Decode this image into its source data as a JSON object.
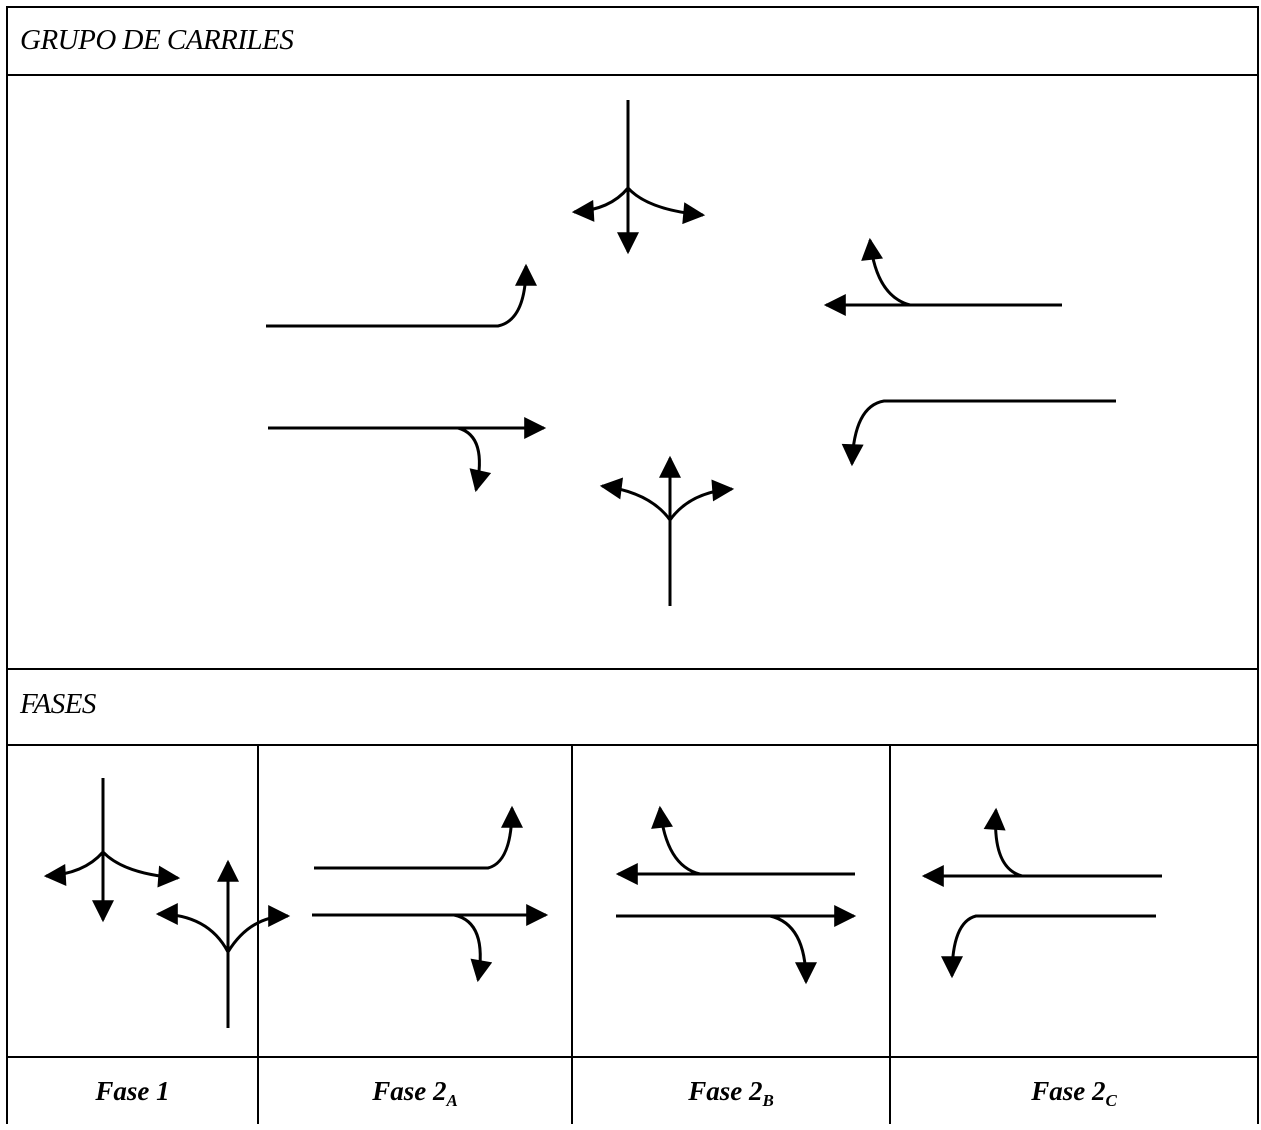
{
  "sections": {
    "lane_groups_title": "GRUPO DE CARRILES",
    "phases_title": "FASES"
  },
  "phases": [
    {
      "label": "Fase 1",
      "sub": ""
    },
    {
      "label": "Fase 2",
      "sub": "A"
    },
    {
      "label": "Fase 2",
      "sub": "B"
    },
    {
      "label": "Fase 2",
      "sub": "C"
    }
  ],
  "movements": {
    "southbound": [
      "left",
      "through",
      "right"
    ],
    "northbound": [
      "left",
      "through",
      "right"
    ],
    "eastbound_lane_1": [
      "left"
    ],
    "eastbound_lane_2": [
      "through",
      "right"
    ],
    "westbound_lane_1": [
      "through",
      "right"
    ],
    "westbound_lane_2": [
      "left"
    ]
  }
}
